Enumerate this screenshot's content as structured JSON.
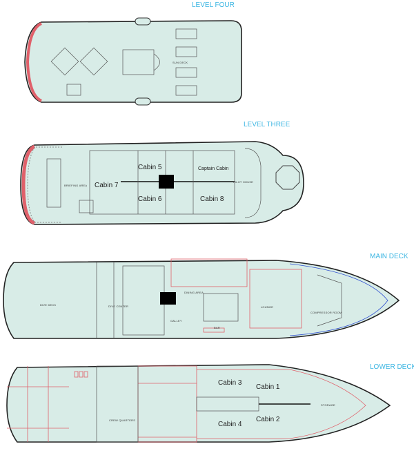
{
  "decks": {
    "level_four": {
      "title": "LEVEL FOUR",
      "rooms": {
        "sun_deck": "SUN DECK"
      }
    },
    "level_three": {
      "title": "LEVEL THREE",
      "rooms": {
        "briefing_area": "BRIEFING AREA",
        "pilot_house": "PILOT HOUSE"
      },
      "cabins": {
        "cabin5": "Cabin 5",
        "cabin6": "Cabin 6",
        "cabin7": "Cabin 7",
        "cabin8": "Cabin 8",
        "captain": "Captain Cabin"
      }
    },
    "main_deck": {
      "title": "MAIN DECK",
      "rooms": {
        "dive_deck": "DIVE DECK",
        "dive_center": "DIVE CENTER",
        "dining_area": "DINING AREA",
        "galley": "GALLEY",
        "bar": "BAR",
        "lounge": "LOUNGE",
        "compressor_room": "COMPRESSOR ROOM"
      }
    },
    "lower_deck": {
      "title": "LOWER DECK",
      "rooms": {
        "crew_quarters": "CREW QUARTERS",
        "storage": "STORAGE"
      },
      "cabins": {
        "cabin1": "Cabin 1",
        "cabin2": "Cabin 2",
        "cabin3": "Cabin 3",
        "cabin4": "Cabin 4"
      }
    }
  },
  "colors": {
    "hull": "#d8ece7",
    "title": "#3ab5e2",
    "accent_red": "#e0606a"
  }
}
